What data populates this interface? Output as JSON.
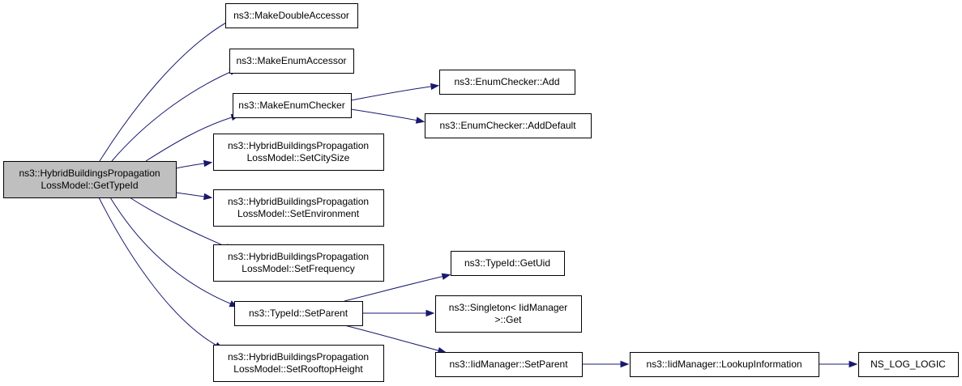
{
  "graph": {
    "nodes": [
      {
        "id": "root",
        "lines": [
          "ns3::HybridBuildingsPropagation",
          "LossModel::GetTypeId"
        ],
        "fill": "#bfbfbf"
      },
      {
        "id": "make-double-accessor",
        "lines": [
          "ns3::MakeDoubleAccessor"
        ]
      },
      {
        "id": "make-enum-accessor",
        "lines": [
          "ns3::MakeEnumAccessor"
        ]
      },
      {
        "id": "make-enum-checker",
        "lines": [
          "ns3::MakeEnumChecker"
        ]
      },
      {
        "id": "enum-checker-add",
        "lines": [
          "ns3::EnumChecker::Add"
        ]
      },
      {
        "id": "enum-checker-add-default",
        "lines": [
          "ns3::EnumChecker::AddDefault"
        ]
      },
      {
        "id": "set-city-size",
        "lines": [
          "ns3::HybridBuildingsPropagation",
          "LossModel::SetCitySize"
        ]
      },
      {
        "id": "set-environment",
        "lines": [
          "ns3::HybridBuildingsPropagation",
          "LossModel::SetEnvironment"
        ]
      },
      {
        "id": "set-frequency",
        "lines": [
          "ns3::HybridBuildingsPropagation",
          "LossModel::SetFrequency"
        ]
      },
      {
        "id": "typeid-set-parent",
        "lines": [
          "ns3::TypeId::SetParent"
        ]
      },
      {
        "id": "set-rooftop-height",
        "lines": [
          "ns3::HybridBuildingsPropagation",
          "LossModel::SetRooftopHeight"
        ]
      },
      {
        "id": "typeid-get-uid",
        "lines": [
          "ns3::TypeId::GetUid"
        ]
      },
      {
        "id": "singleton-get",
        "lines": [
          "ns3::Singleton< IidManager",
          ">::Get"
        ]
      },
      {
        "id": "iidmanager-set-parent",
        "lines": [
          "ns3::IidManager::SetParent"
        ]
      },
      {
        "id": "iidmanager-lookup",
        "lines": [
          "ns3::IidManager::LookupInformation"
        ]
      },
      {
        "id": "ns-log-logic",
        "lines": [
          "NS_LOG_LOGIC"
        ]
      }
    ],
    "edges": [
      {
        "from": "root",
        "to": "make-double-accessor"
      },
      {
        "from": "root",
        "to": "make-enum-accessor"
      },
      {
        "from": "root",
        "to": "make-enum-checker"
      },
      {
        "from": "root",
        "to": "set-city-size"
      },
      {
        "from": "root",
        "to": "set-environment"
      },
      {
        "from": "root",
        "to": "set-frequency"
      },
      {
        "from": "root",
        "to": "typeid-set-parent"
      },
      {
        "from": "root",
        "to": "set-rooftop-height"
      },
      {
        "from": "make-enum-checker",
        "to": "enum-checker-add"
      },
      {
        "from": "make-enum-checker",
        "to": "enum-checker-add-default"
      },
      {
        "from": "typeid-set-parent",
        "to": "typeid-get-uid"
      },
      {
        "from": "typeid-set-parent",
        "to": "singleton-get"
      },
      {
        "from": "typeid-set-parent",
        "to": "iidmanager-set-parent"
      },
      {
        "from": "iidmanager-set-parent",
        "to": "iidmanager-lookup"
      },
      {
        "from": "iidmanager-lookup",
        "to": "ns-log-logic"
      }
    ],
    "colors": {
      "edge": "#191970",
      "root_fill": "#bfbfbf",
      "node_fill": "#ffffff",
      "border": "#000000"
    }
  }
}
